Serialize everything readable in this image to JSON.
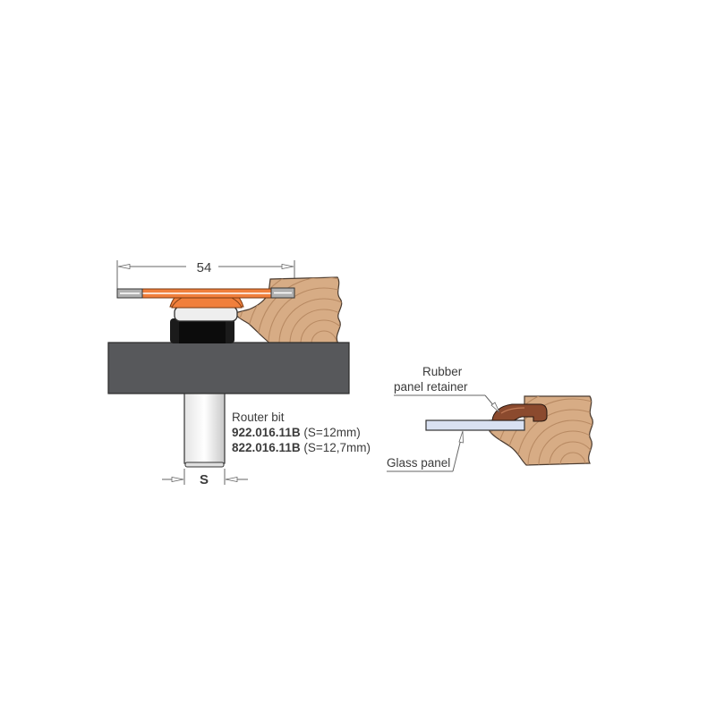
{
  "dimension_width": "54",
  "dimension_shank": "S",
  "router": {
    "title": "Router bit",
    "codes": [
      {
        "code": "922.016.11B",
        "spec": " (S=12mm)"
      },
      {
        "code": "822.016.11B",
        "spec": " (S=12,7mm)"
      }
    ]
  },
  "callouts": {
    "rubber_line1": "Rubber",
    "rubber_line2": "panel retainer",
    "glass": "Glass panel"
  },
  "colors": {
    "cutter_orange": "#f07f3c",
    "table_gray": "#57585b",
    "wood": "#d7ac85",
    "wood_grain": "#b88a63",
    "rubber": "#8b4a2e",
    "glass": "#d9e1f2",
    "bearing_black": "#1b1b1b"
  }
}
